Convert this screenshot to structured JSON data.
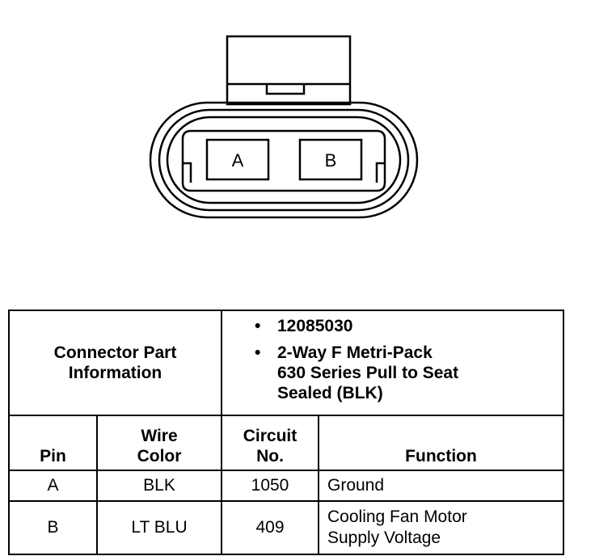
{
  "connector": {
    "pins": [
      "A",
      "B"
    ]
  },
  "part_info": {
    "label_line1": "Connector Part",
    "label_line2": "Information",
    "items": [
      {
        "bullet": "•",
        "lines": [
          "12085030"
        ]
      },
      {
        "bullet": "•",
        "lines": [
          "2-Way F Metri-Pack",
          "630 Series Pull to Seat",
          "Sealed (BLK)"
        ]
      }
    ]
  },
  "columns": {
    "pin": "Pin",
    "wire_color_line1": "Wire",
    "wire_color_line2": "Color",
    "circuit_line1": "Circuit",
    "circuit_line2": "No.",
    "function": "Function"
  },
  "rows": [
    {
      "pin": "A",
      "wire_color": "BLK",
      "circuit": "1050",
      "function_lines": [
        "Ground"
      ]
    },
    {
      "pin": "B",
      "wire_color": "LT BLU",
      "circuit": "409",
      "function_lines": [
        "Cooling Fan Motor",
        "Supply Voltage"
      ]
    }
  ]
}
